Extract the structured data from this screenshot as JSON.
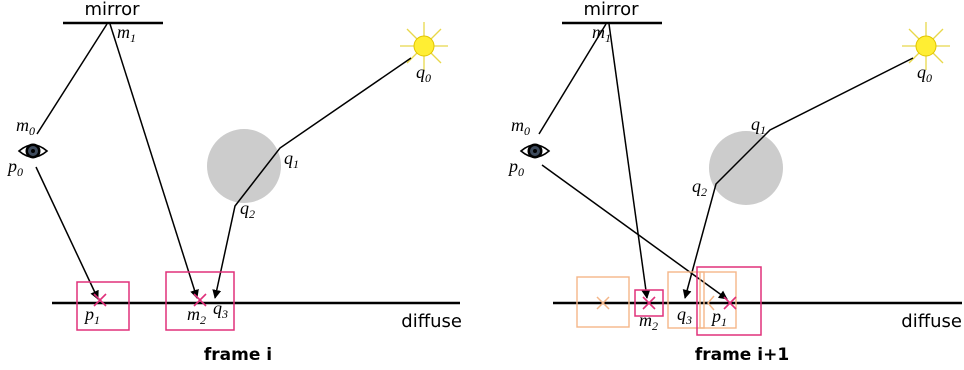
{
  "panels": [
    {
      "mirror_label": "mirror",
      "diffuse_label": "diffuse",
      "frame_label": "frame i",
      "points": {
        "m0": {
          "base": "m",
          "sub": "0"
        },
        "m1": {
          "base": "m",
          "sub": "1"
        },
        "m2": {
          "base": "m",
          "sub": "2"
        },
        "p0": {
          "base": "p",
          "sub": "0"
        },
        "p1": {
          "base": "p",
          "sub": "1"
        },
        "q0": {
          "base": "q",
          "sub": "0"
        },
        "q1": {
          "base": "q",
          "sub": "1"
        },
        "q2": {
          "base": "q",
          "sub": "2"
        },
        "q3": {
          "base": "q",
          "sub": "3"
        }
      }
    },
    {
      "mirror_label": "mirror",
      "diffuse_label": "diffuse",
      "frame_label": "frame i+1",
      "points": {
        "m0": {
          "base": "m",
          "sub": "0"
        },
        "m1": {
          "base": "m",
          "sub": "1"
        },
        "m2": {
          "base": "m",
          "sub": "2"
        },
        "p0": {
          "base": "p",
          "sub": "0"
        },
        "p1": {
          "base": "p",
          "sub": "1"
        },
        "q0": {
          "base": "q",
          "sub": "0"
        },
        "q1": {
          "base": "q",
          "sub": "1"
        },
        "q2": {
          "base": "q",
          "sub": "2"
        },
        "q3": {
          "base": "q",
          "sub": "3"
        }
      }
    }
  ],
  "colors": {
    "current_frame_box": "#e0307a",
    "previous_frame_box": "#f4b688",
    "occluder": "#cccccc",
    "light_rays": "#e8d84a",
    "light_fill": "#ffee33"
  },
  "icons": {
    "camera": "eye-icon",
    "light": "sun-icon"
  }
}
